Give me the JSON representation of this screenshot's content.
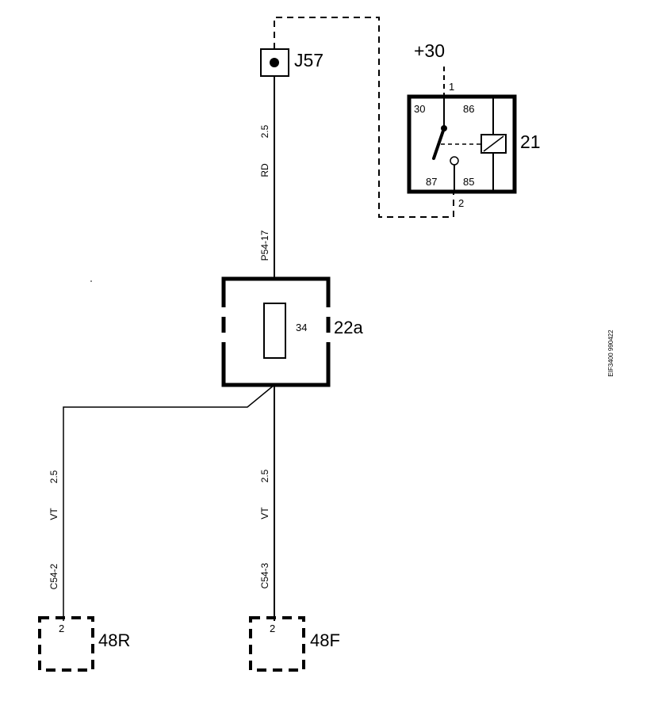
{
  "connector_j57": {
    "label": "J57"
  },
  "relay": {
    "label": "21",
    "supply": "+30",
    "pin_top": "1",
    "pin_bottom": "2",
    "terminals": {
      "t30": "30",
      "t86": "86",
      "t87": "87",
      "t85": "85"
    }
  },
  "wire_top": {
    "size": "2.5",
    "color": "RD",
    "terminal": "P54-17"
  },
  "fuse_box": {
    "label": "22a",
    "fuse_number": "34"
  },
  "wire_left": {
    "size": "2.5",
    "color": "VT",
    "terminal": "C54-2"
  },
  "wire_right": {
    "size": "2.5",
    "color": "VT",
    "terminal": "C54-3"
  },
  "component_48r": {
    "label": "48R",
    "pin": "2"
  },
  "component_48f": {
    "label": "48F",
    "pin": "2"
  },
  "reference": "EIF3400 990422"
}
